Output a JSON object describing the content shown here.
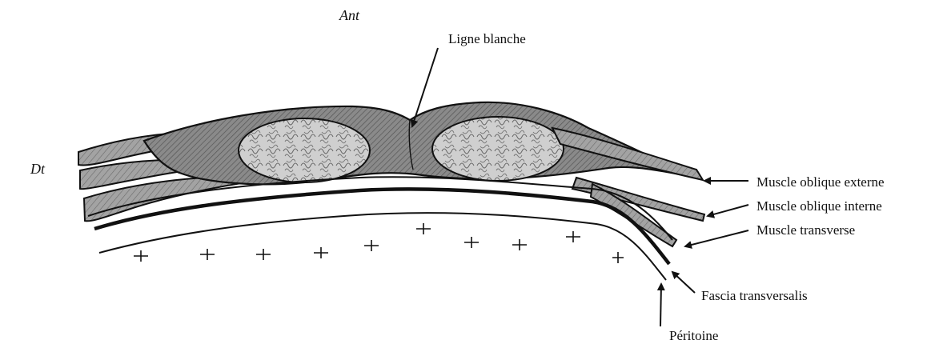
{
  "orientation": {
    "anterior": "Ant",
    "lateral": "Dt"
  },
  "labels": {
    "ligne_blanche": "Ligne blanche",
    "oblique_externe": "Muscle oblique externe",
    "oblique_interne": "Muscle oblique interne",
    "transverse": "Muscle transverse",
    "fascia": "Fascia transversalis",
    "peritoine": "Péritoine"
  },
  "colors": {
    "ink": "#111111",
    "muscle_fill": "#7f7f7f",
    "sheath_fill": "#8c8c8c",
    "fat_fill": "#c8c8c8"
  }
}
